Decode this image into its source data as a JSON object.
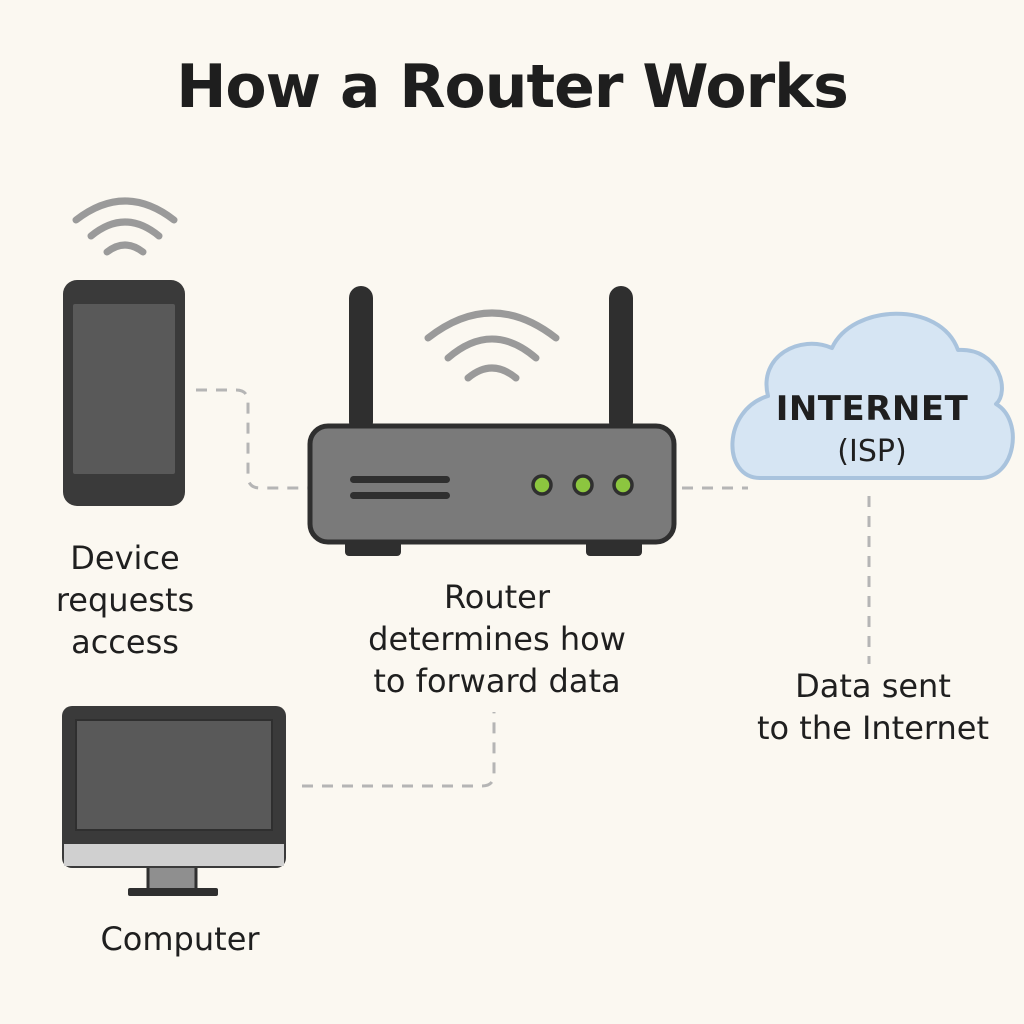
{
  "title": "How a Router Works",
  "nodes": {
    "device": {
      "icon": "smartphone-icon",
      "label_lines": [
        "Device",
        "requests",
        "access"
      ]
    },
    "router": {
      "icon": "router-icon",
      "label_lines": [
        "Router",
        "determines how",
        "to forward data"
      ]
    },
    "internet": {
      "icon": "cloud-icon",
      "cloud_title": "INTERNET",
      "cloud_subtitle": "(ISP)",
      "label_lines": [
        "Data sent",
        "to the Internet"
      ]
    },
    "computer": {
      "icon": "monitor-icon",
      "label_lines": [
        "Computer"
      ]
    }
  },
  "colors": {
    "background": "#fbf8f1",
    "device_body": "#3a3a3a",
    "router_body": "#7a7a7a",
    "led": "#8cc63f",
    "cloud_fill": "#d6e5f3",
    "cloud_stroke": "#a9c3dd",
    "connector": "#b5b5b5",
    "wifi": "#9a9a9a"
  }
}
